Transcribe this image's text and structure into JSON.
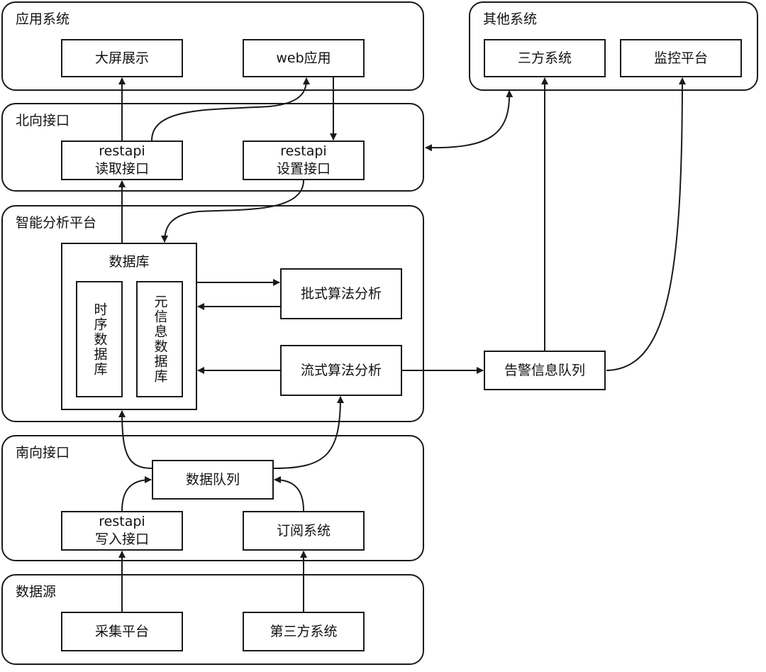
{
  "groups": {
    "app": "应用系统",
    "other": "其他系统",
    "north": "北向接口",
    "platform": "智能分析平台",
    "south": "南向接口",
    "source": "数据源"
  },
  "nodes": {
    "big_screen": "大屏展示",
    "web_app": "web应用",
    "third_party": "三方系统",
    "monitor": "监控平台",
    "read_api_line1": "restapi",
    "read_api_line2": "读取接口",
    "set_api_line1": "restapi",
    "set_api_line2": "设置接口",
    "database": "数据库",
    "tsdb": "时序数据库",
    "metadb": "元信息数据库",
    "batch": "批式算法分析",
    "stream": "流式算法分析",
    "alert_queue": "告警信息队列",
    "data_queue": "数据队列",
    "write_api_line1": "restapi",
    "write_api_line2": "写入接口",
    "subscribe": "订阅系统",
    "collect": "采集平台",
    "third_source": "第三方系统"
  },
  "colors": {
    "line": "#1a1a1a",
    "background": "#ffffff"
  }
}
